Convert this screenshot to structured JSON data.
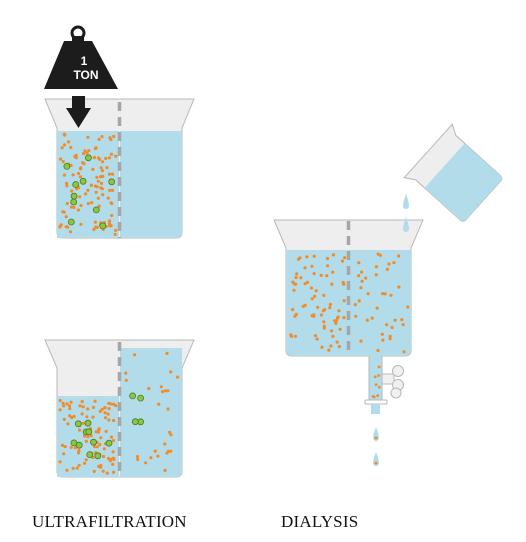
{
  "colors": {
    "water": "#b3dceb",
    "glass": "#eeeeee",
    "glass_stroke": "#b8b8b8",
    "membrane": "#a6a6a6",
    "small_particle": "#f08c2a",
    "large_particle": "#8cc63f",
    "large_particle_stroke": "#4a7a22",
    "weight": "#1c1c1c",
    "weight_text": "#ffffff",
    "text": "#111111"
  },
  "weight": {
    "line1": "1",
    "line2": "TON",
    "icon": "weight-icon"
  },
  "captions": {
    "ultrafiltration": "ULTRAFILTRATION",
    "dialysis": "DIALYSIS"
  }
}
